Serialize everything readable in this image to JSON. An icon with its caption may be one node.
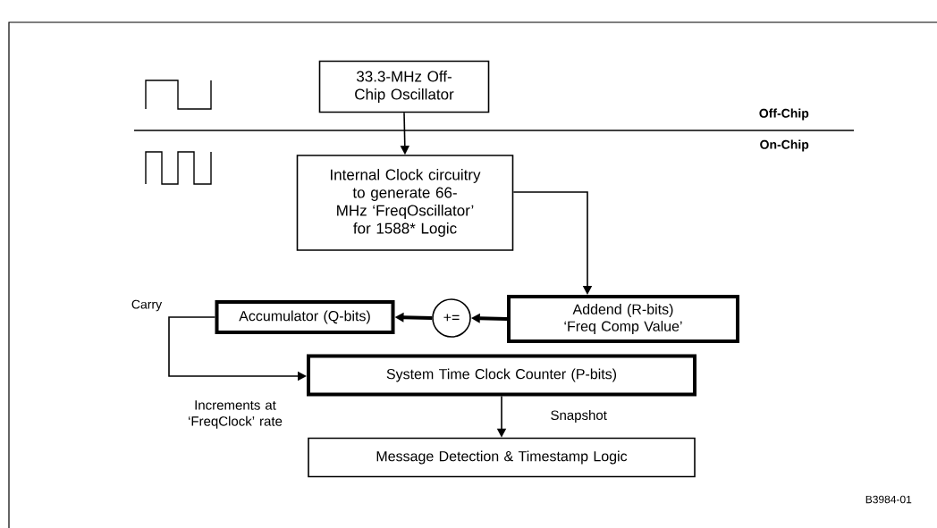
{
  "diagram": {
    "nodes": [
      {
        "text": [
          "33.3-MHz Off-Chip Oscillator"
        ]
      },
      {
        "text": [
          "Internal Clock circuitry to generate 66-MHz ‘FreqOscillator’ for 1588* Logic"
        ]
      },
      {
        "text": [
          "Addend  (R-bits) ‘Freq Comp Value’"
        ]
      },
      {
        "text": [
          "+="
        ]
      },
      {
        "text": [
          "Accumulator  (Q-bits)"
        ]
      },
      {
        "text": [
          "System Time Clock Counter  (P-bits)"
        ]
      },
      {
        "text": [
          "Message Detection & Timestamp Logic"
        ]
      }
    ],
    "edges": [
      {
        "from": 0,
        "to": 1,
        "arrow": "to"
      },
      {
        "from": 1,
        "to": 2,
        "arrow": "to"
      },
      {
        "from": 2,
        "to": 3,
        "arrow": "to",
        "style": "thick"
      },
      {
        "from": 3,
        "to": 4,
        "arrow": "to",
        "style": "thick"
      },
      {
        "from": 4,
        "to": 5,
        "arrow": "to",
        "label": "Increments at ‘FreqClock’ rate"
      },
      {
        "from": 5,
        "to": 6,
        "arrow": "to",
        "label": "Snapshot"
      }
    ],
    "labels": [
      "Off-Chip",
      "On-Chip",
      "Carry",
      "B3984-01"
    ]
  }
}
